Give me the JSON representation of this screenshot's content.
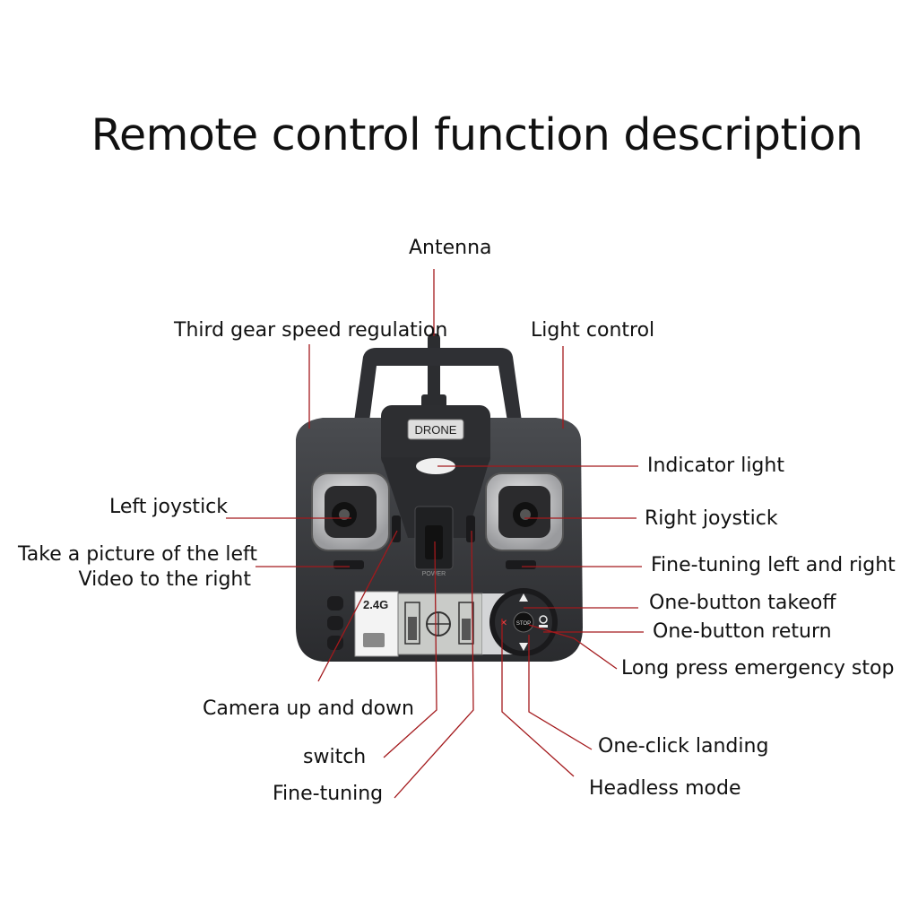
{
  "title": "Remote control function description",
  "device": {
    "brand_label": "DRONE",
    "band_label": "2.4G",
    "power_label": "POWER",
    "stop_label": "STOP"
  },
  "labels": {
    "antenna": "Antenna",
    "third_gear": "Third gear speed regulation",
    "light_control": "Light control",
    "indicator_light": "Indicator light",
    "left_joystick": "Left joystick",
    "right_joystick": "Right joystick",
    "take_picture": "Take a picture of the left",
    "video_right": "Video to the right",
    "fine_tuning_lr": "Fine-tuning left and right",
    "takeoff": "One-button takeoff",
    "return": "One-button return",
    "emergency_stop": "Long press emergency stop",
    "camera_updown": "Camera up and down",
    "switch": "switch",
    "fine_tuning": "Fine-tuning",
    "landing": "One-click landing",
    "headless": "Headless mode"
  },
  "colors": {
    "leader_line": "#a3191c",
    "body": "#3a3c40",
    "body_dark": "#1f2023",
    "gimbal": "#d9dadc"
  }
}
